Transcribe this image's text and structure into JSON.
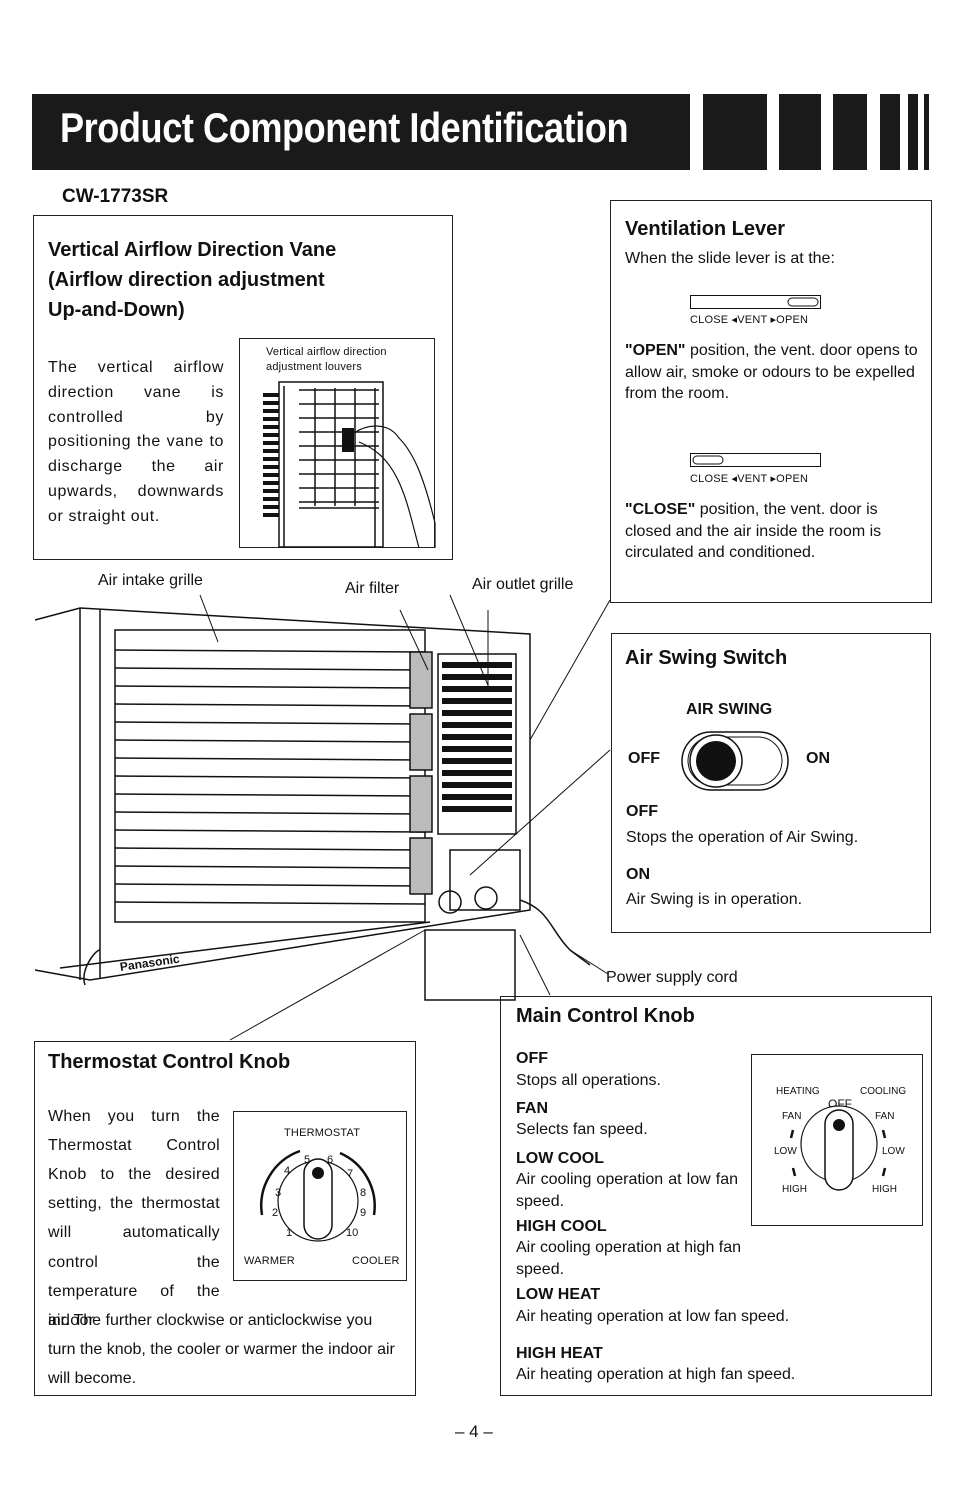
{
  "header": {
    "title": "Product Component Identification",
    "model": "CW-1773SR"
  },
  "vane": {
    "title_lines": [
      "Vertical Airflow Direction Vane",
      "(Airflow direction adjustment",
      "Up-and-Down)"
    ],
    "body": "The vertical airflow direction vane is controlled by positioning the vane to discharge the air upwards, downwards or straight out.",
    "figure_label_1": "Vertical airflow direction",
    "figure_label_2": "adjustment louvers"
  },
  "ventilation": {
    "title": "Ventilation Lever",
    "intro": "When the slide lever is at the:",
    "scale_label": "CLOSE ◂VENT ▸OPEN",
    "open_key": "\"OPEN\"",
    "open_text": " position, the vent. door opens to allow air, smoke or odours to be expelled from the room.",
    "close_key": "\"CLOSE\"",
    "close_text": " position, the vent. door is closed and the air inside the room is circulated and conditioned."
  },
  "callouts": {
    "air_intake": "Air intake grille",
    "air_filter": "Air filter",
    "air_outlet": "Air outlet grille",
    "power_cord": "Power supply cord",
    "brand": "Panasonic"
  },
  "swing": {
    "title": "Air Swing Switch",
    "switch_label": "AIR SWING",
    "off_label": "OFF",
    "on_label": "ON",
    "off_head": "OFF",
    "off_text": "Stops the operation of Air Swing.",
    "on_head": "ON",
    "on_text": "Air Swing is in operation."
  },
  "thermostat": {
    "title": "Thermostat Control Knob",
    "body_narrow": "When you turn the Thermostat Control Knob to the desired setting, the thermostat will automatically control the temperature of the indoor",
    "body_wide": "air. The further clockwise or anticlockwise you turn the knob, the cooler or warmer the indoor air will become.",
    "dial_title": "THERMOSTAT",
    "dial_left": "WARMER",
    "dial_right": "COOLER",
    "dial_numbers": [
      "1",
      "2",
      "3",
      "4",
      "5",
      "6",
      "7",
      "8",
      "9",
      "10"
    ]
  },
  "main_knob": {
    "title": "Main Control Knob",
    "items": [
      {
        "head": "OFF",
        "text": "Stops all operations."
      },
      {
        "head": "FAN",
        "text": "Selects fan speed."
      },
      {
        "head": "LOW COOL",
        "text": "Air cooling operation at low fan speed."
      },
      {
        "head": "HIGH COOL",
        "text": "Air cooling operation at high fan speed."
      },
      {
        "head": "LOW HEAT",
        "text": "Air heating operation at low fan speed."
      },
      {
        "head": "HIGH HEAT",
        "text": "Air heating operation at high fan speed."
      }
    ],
    "dial": {
      "heating": "HEATING",
      "cooling": "COOLING",
      "off": "OFF",
      "fan_l": "FAN",
      "fan_r": "FAN",
      "low_l": "LOW",
      "low_r": "LOW",
      "high_l": "HIGH",
      "high_r": "HIGH"
    }
  },
  "page_number": "– 4 –"
}
